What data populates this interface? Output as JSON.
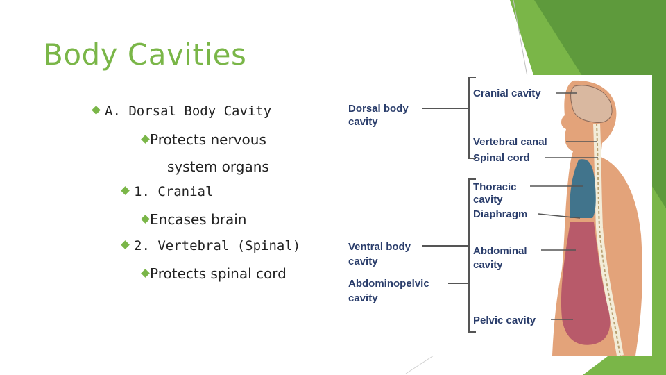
{
  "slide": {
    "title": "Body Cavities",
    "bullets": [
      {
        "text": "A. Dorsal Body Cavity"
      },
      {
        "text": "Protects nervous"
      },
      {
        "text": "system organs"
      },
      {
        "text": "1. Cranial"
      },
      {
        "text": "Encases brain"
      },
      {
        "text": "2. Vertebral (Spinal)"
      },
      {
        "text": "Protects spinal cord"
      }
    ]
  },
  "diagram": {
    "left_labels": {
      "dorsal_1": "Dorsal body",
      "dorsal_2": "cavity",
      "ventral_1": "Ventral body",
      "ventral_2": "cavity",
      "abdominopelvic_1": "Abdominopelvic",
      "abdominopelvic_2": "cavity"
    },
    "right_labels": {
      "cranial": "Cranial cavity",
      "vertebral": "Vertebral canal",
      "spinal": "Spinal cord",
      "thoracic_1": "Thoracic",
      "thoracic_2": "cavity",
      "diaphragm": "Diaphragm",
      "abdominal_1": "Abdominal",
      "abdominal_2": "cavity",
      "pelvic": "Pelvic cavity"
    },
    "colors": {
      "accent": "#7ab648",
      "skin": "#e3a37a",
      "thoracic": "#2f6f8e",
      "abdominal": "#b85a6a",
      "label": "#2a3d6b"
    }
  }
}
